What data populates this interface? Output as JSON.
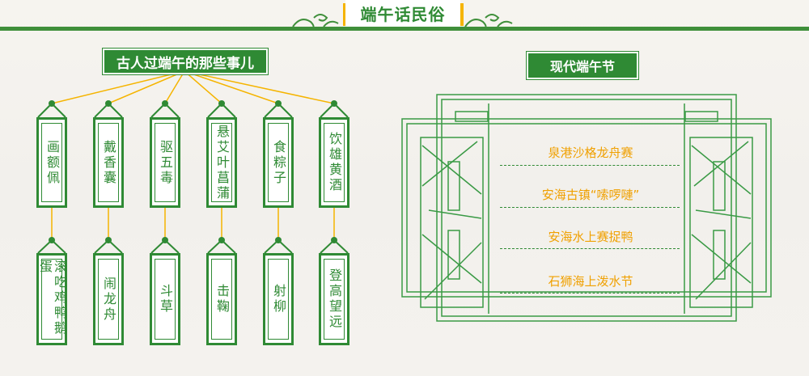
{
  "header": {
    "title": "端午话民俗"
  },
  "left_section": {
    "title": "古人过端午的那些事儿",
    "top_row": [
      "画额佩",
      "戴香囊",
      "驱五毒",
      "悬艾叶菖蒲",
      "食粽子",
      "饮雄黄酒"
    ],
    "bottom_row": [
      "滚吃鸡鸭鹅蛋",
      "闹龙舟",
      "斗草",
      "击鞠",
      "射柳",
      "登高望远"
    ]
  },
  "right_section": {
    "title": "现代端午节",
    "items": [
      "泉港沙格龙舟赛",
      "安海古镇“嗦啰嗹”",
      "安海水上赛捉鸭",
      "石狮海上泼水节"
    ]
  },
  "colors": {
    "green": "#2f8a34",
    "orange": "#f0a000",
    "yellow": "#f5b400"
  }
}
